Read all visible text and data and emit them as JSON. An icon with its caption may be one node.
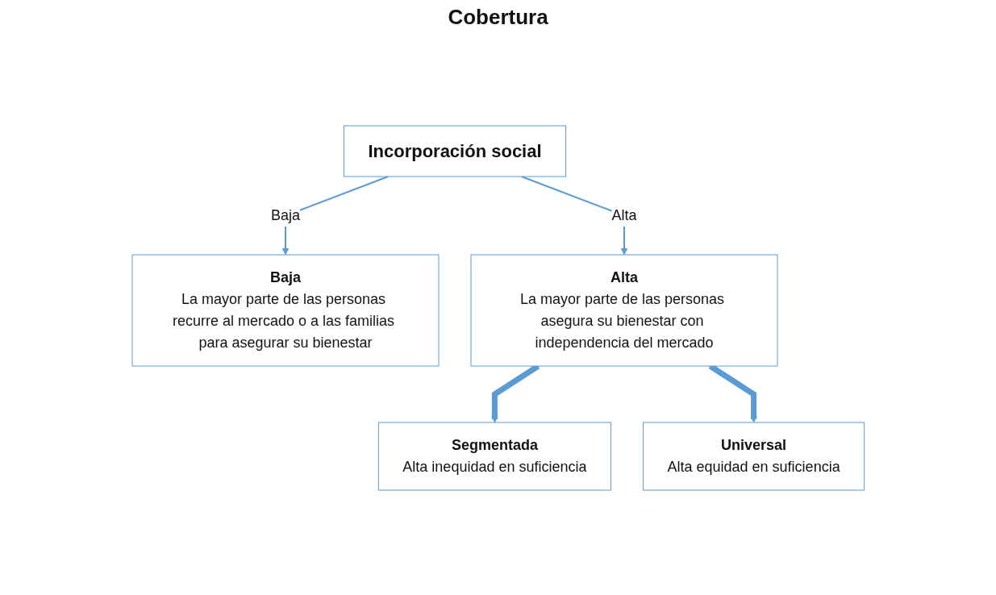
{
  "diagram": {
    "nodes": [
      {
        "text": [
          "Incorporación social"
        ]
      },
      {
        "text": [
          "Baja",
          "La mayor parte de las personas recurre al mercado o a las familias para asegurar su bienestar"
        ]
      },
      {
        "text": [
          "Alta",
          "La mayor parte de las personas asegura su bienestar con independencia del mercado"
        ]
      },
      {
        "text": [
          "Segmentada",
          "Alta inequidad en suficiencia"
        ]
      },
      {
        "text": [
          "Universal",
          "Alta equidad en suficiencia"
        ]
      }
    ],
    "edges": [
      {
        "from": 0,
        "to": 1,
        "arrow": "to",
        "label": "Baja"
      },
      {
        "from": 0,
        "to": 2,
        "arrow": "to",
        "label": "Alta"
      },
      {
        "from": 2,
        "to": 3,
        "arrow": "to",
        "style": "thick"
      },
      {
        "from": 2,
        "to": 4,
        "arrow": "to",
        "style": "thick"
      }
    ],
    "labels": [
      "Cobertura"
    ]
  }
}
